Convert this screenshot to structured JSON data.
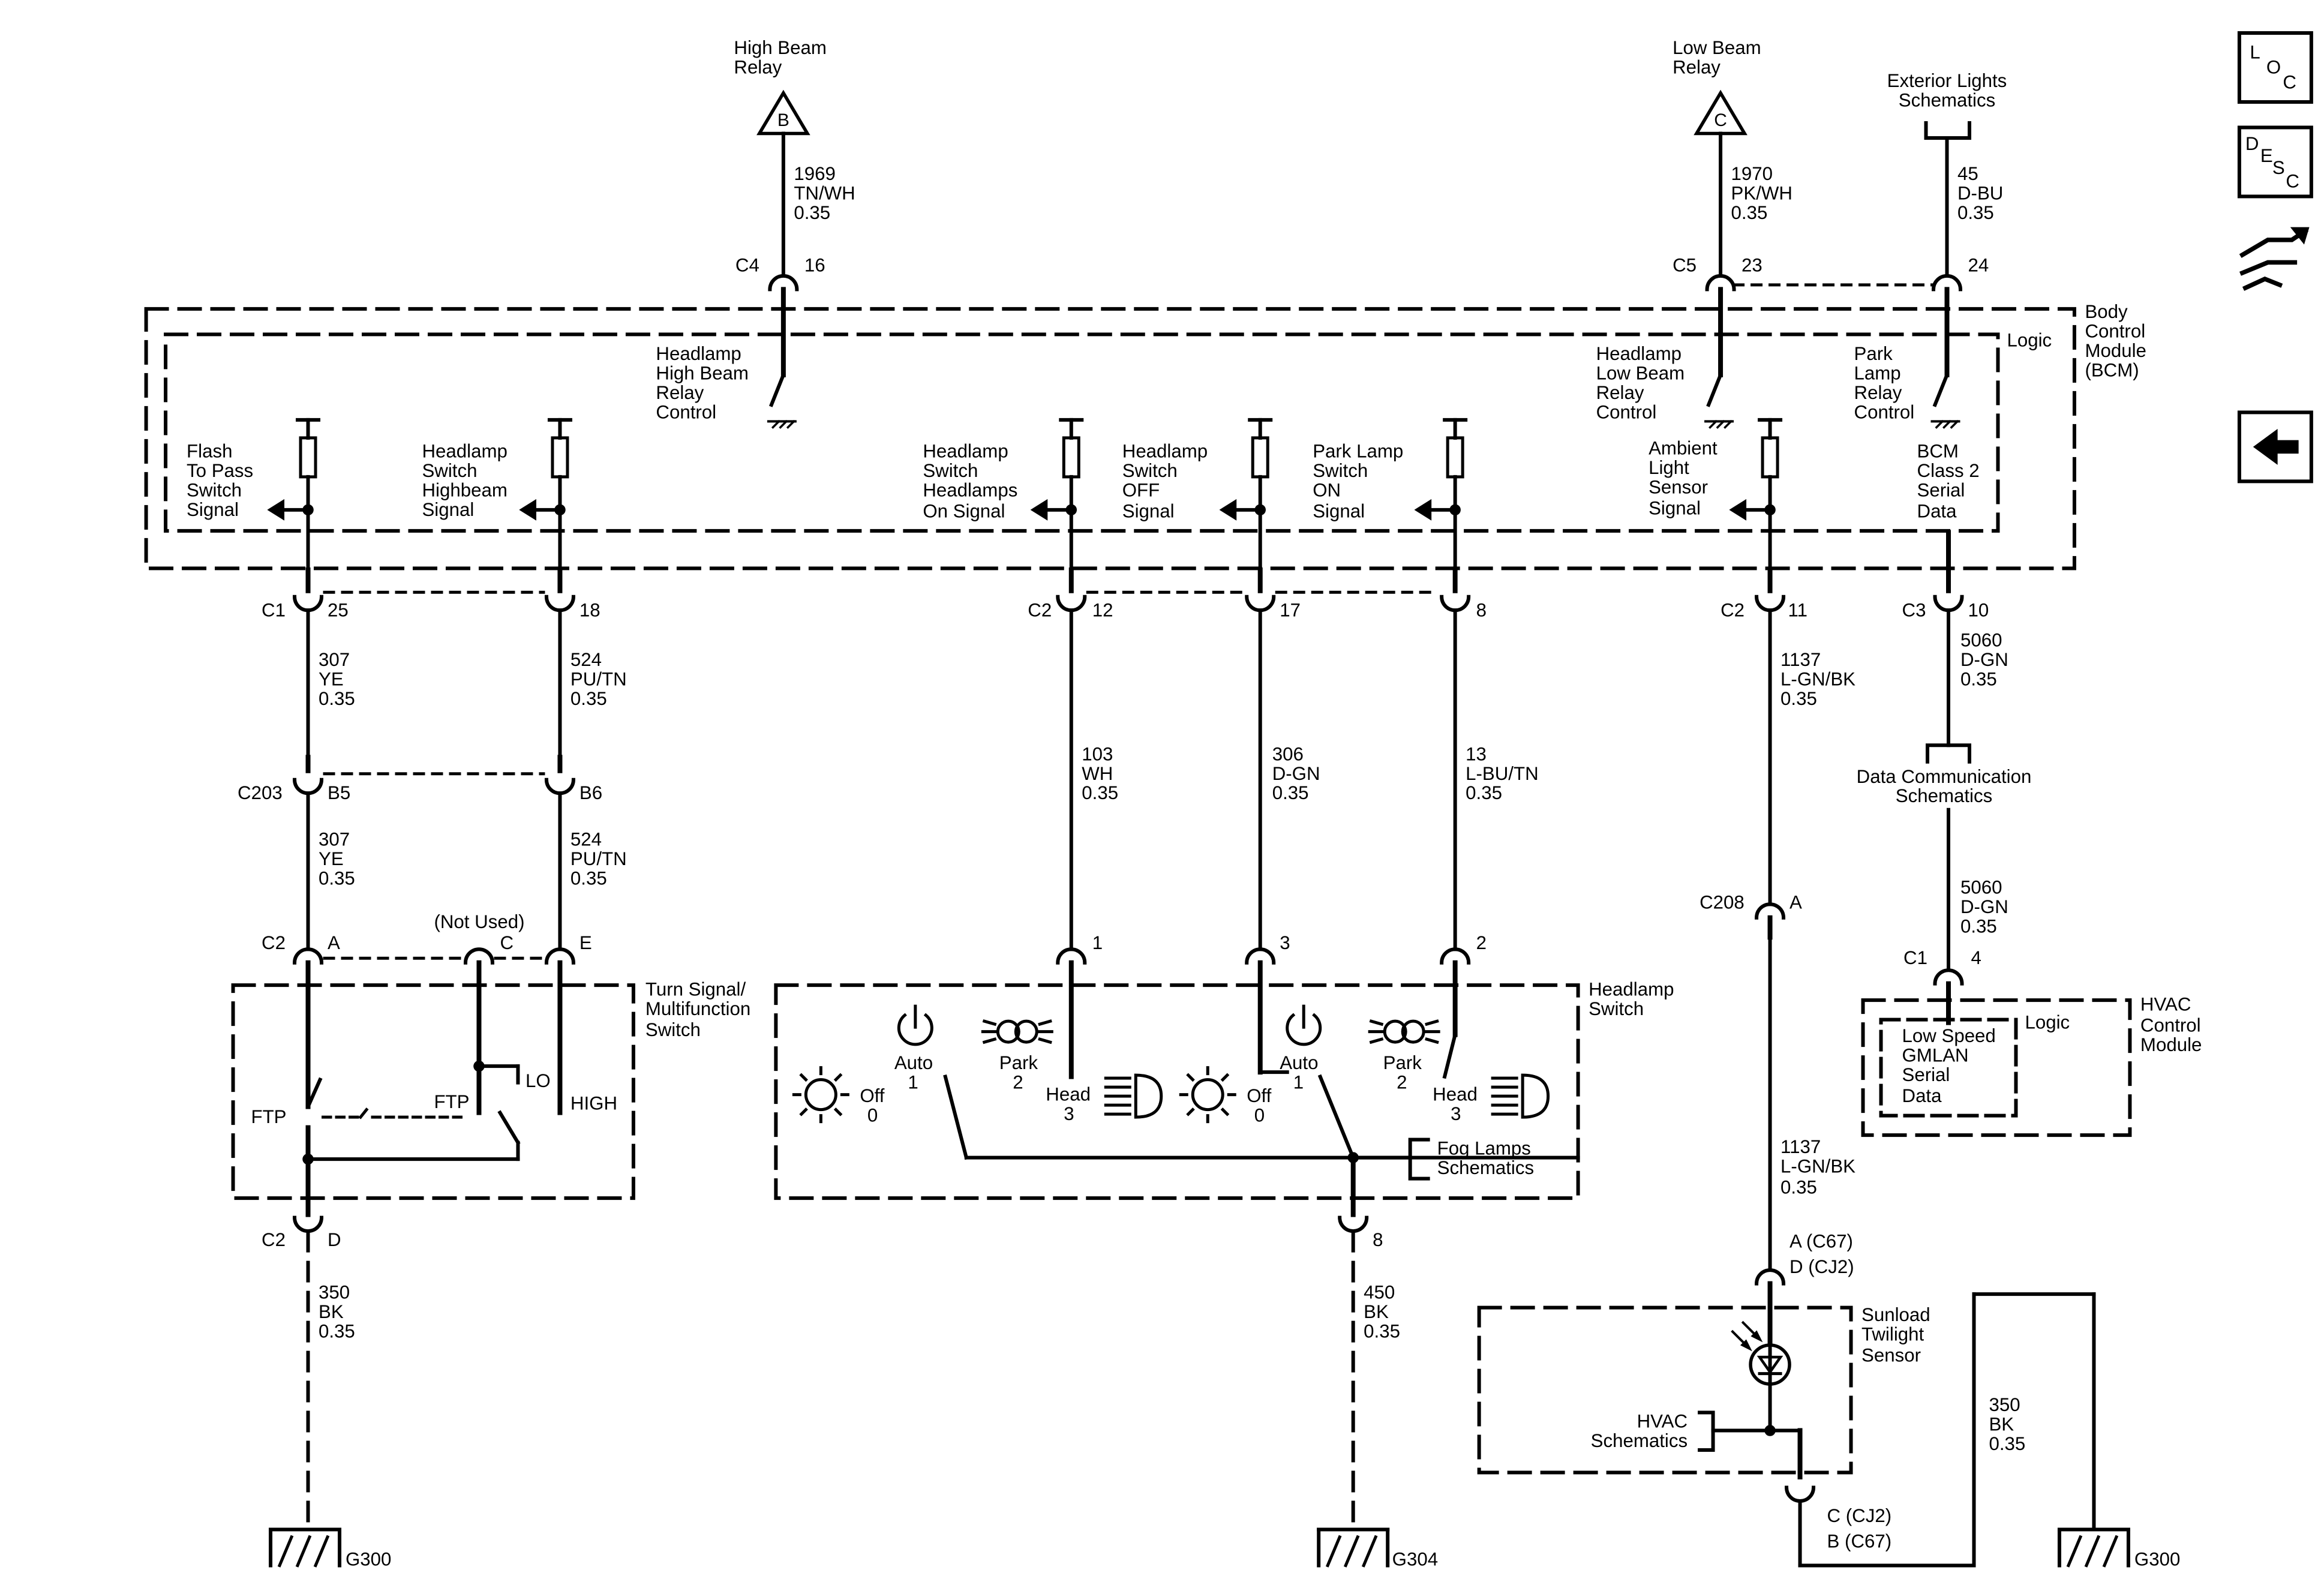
{
  "feeds": {
    "high_beam": {
      "title_l1": "High Beam",
      "title_l2": "Relay",
      "ref": "B",
      "circuit": "1969",
      "color": "TN/WH",
      "gauge": "0.35",
      "conn": "C4",
      "pin": "16"
    },
    "low_beam": {
      "title_l1": "Low Beam",
      "title_l2": "Relay",
      "ref": "C",
      "circuit": "1970",
      "color": "PK/WH",
      "gauge": "0.35",
      "conn": "C5",
      "pin": "23"
    },
    "ext_lights": {
      "title_l1": "Exterior Lights",
      "title_l2": "Schematics",
      "circuit": "45",
      "color": "D-BU",
      "gauge": "0.35",
      "pin": "24"
    }
  },
  "bcm": {
    "title": [
      "Body",
      "Control",
      "Module",
      "(BCM)"
    ],
    "logic": "Logic",
    "hb_control": [
      "Headlamp",
      "High Beam",
      "Relay",
      "Control"
    ],
    "lb_control": [
      "Headlamp",
      "Low Beam",
      "Relay",
      "Control"
    ],
    "park_control": [
      "Park",
      "Lamp",
      "Relay",
      "Control"
    ],
    "signals": {
      "flash": [
        "Flash",
        "To Pass",
        "Switch",
        "Signal"
      ],
      "highbeam": [
        "Headlamp",
        "Switch",
        "Highbeam",
        "Signal"
      ],
      "headlamps_on": [
        "Headlamp",
        "Switch",
        "Headlamps",
        "On Signal"
      ],
      "off": [
        "Headlamp",
        "Switch",
        "OFF",
        "Signal"
      ],
      "park_on": [
        "Park Lamp",
        "Switch",
        "ON",
        "Signal"
      ],
      "ambient": [
        "Ambient",
        "Light",
        "Sensor",
        "Signal"
      ],
      "class2": [
        "BCM",
        "Class 2",
        "Serial",
        "Data"
      ]
    }
  },
  "bcm_bottom": {
    "c1": "C1",
    "p25": "25",
    "p18": "18",
    "c2": "C2",
    "p12": "12",
    "p17": "17",
    "p8": "8",
    "c2b": "C2",
    "p11": "11",
    "c3": "C3",
    "p10": "10"
  },
  "wires_mid": {
    "w307": [
      "307",
      "YE",
      "0.35"
    ],
    "w524": [
      "524",
      "PU/TN",
      "0.35"
    ],
    "w103": [
      "103",
      "WH",
      "0.35"
    ],
    "w306": [
      "306",
      "D-GN",
      "0.35"
    ],
    "w13": [
      "13",
      "L-BU/TN",
      "0.35"
    ],
    "w1137": [
      "1137",
      "L-GN/BK",
      "0.35"
    ],
    "w5060": [
      "5060",
      "D-GN",
      "0.35"
    ]
  },
  "c203": {
    "conn": "C203",
    "b5": "B5",
    "b6": "B6",
    "w307": [
      "307",
      "YE",
      "0.35"
    ],
    "w524": [
      "524",
      "PU/TN",
      "0.35"
    ]
  },
  "data_comm": [
    "Data Communication",
    "Schematics"
  ],
  "w5060b": [
    "5060",
    "D-GN",
    "0.35"
  ],
  "hvac": {
    "conn": "C1",
    "pin": "4",
    "title": [
      "HVAC",
      "Control",
      "Module"
    ],
    "logic": "Logic",
    "signal": [
      "Low Speed",
      "GMLAN",
      "Serial",
      "Data"
    ]
  },
  "c208": {
    "conn": "C208",
    "pin": "A"
  },
  "turn_switch": {
    "title": [
      "Turn Signal/",
      "Multifunction",
      "Switch"
    ],
    "conn": "C2",
    "pa": "A",
    "pc": "C",
    "pe": "E",
    "not_used": "(Not Used)",
    "ftp1": "FTP",
    "ftp2": "FTP",
    "lo": "LO",
    "high": "HIGH",
    "pd_conn": "C2",
    "pd": "D"
  },
  "headlamp_switch": {
    "title": [
      "Headlamp",
      "Switch"
    ],
    "p1": "1",
    "p3": "3",
    "p2": "2",
    "auto": "Auto",
    "auto_n": "1",
    "park": "Park",
    "park_n": "2",
    "head": "Head",
    "head_n": "3",
    "off": "Off",
    "off_n": "0",
    "fog": [
      "Fog Lamps",
      "Schematics"
    ],
    "p8": "8"
  },
  "grounds": {
    "w350a": [
      "350",
      "BK",
      "0.35"
    ],
    "g300a": "G300",
    "w450": [
      "450",
      "BK",
      "0.35"
    ],
    "g304": "G304",
    "w350b": [
      "350",
      "BK",
      "0.35"
    ],
    "g300b": "G300"
  },
  "w1137b": [
    "1137",
    "L-GN/BK",
    "0.35"
  ],
  "sunload": {
    "pins_top": [
      "A (C67)",
      "D (CJ2)"
    ],
    "title": [
      "Sunload",
      "Twilight",
      "Sensor"
    ],
    "hvac": [
      "HVAC",
      "Schematics"
    ],
    "pins_bot": [
      "C (CJ2)",
      "B (C67)"
    ]
  },
  "icons": {
    "loc": [
      "L",
      "O",
      "C"
    ],
    "desc": [
      "D",
      "E",
      "S",
      "C"
    ]
  }
}
